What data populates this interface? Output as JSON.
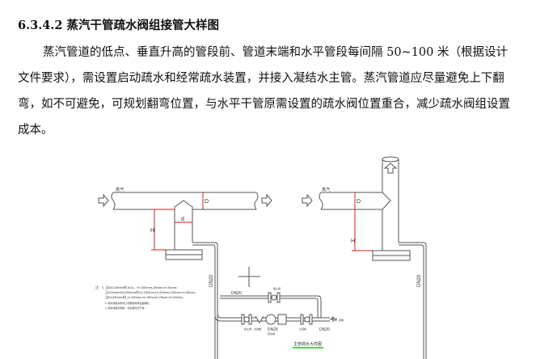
{
  "heading": "6.3.4.2 蒸汽干管疏水阀组接管大样图",
  "paragraph": "蒸汽管道的低点、垂直升高的管段前、管道末端和水平管段每间隔 50~100 米（根据设计文件要求），需设置启动疏水和经常疏水装置，并接入凝结水主管。蒸汽管道应尽量避免上下翻弯，如不可避免，可规划翻弯位置，与水平干管原需设置的疏水阀位置重合，减少疏水阀组设置成本。",
  "diagram": {
    "pipe_label": "蒸汽",
    "dim_D": "D",
    "dim_d": "d",
    "dim_H": "H",
    "dn20": "DN20",
    "notes": [
      "注：1. 当D≤100mm时,d=D，H=300mm,25mm<h<30mm;",
      "当125mm≤D≤200mm时,d=100mm,H=300mm,25mm<h<30mm;",
      "当D≥250mm时,d=150mm,H=300mm,25mm<h<30mm。",
      "2. 疏水阀组采用的口径根据具体设备确定。",
      "3. 疏水阀组安装前，管道需吹扫干净。"
    ],
    "labels": {
      "valve": "截止阀",
      "strainer": "过滤器",
      "trap": "疏水阀",
      "check": "止回阀",
      "out": "排放"
    },
    "title": "主管疏水大样图",
    "colors": {
      "line": "#555555",
      "dimension": "#d02020",
      "underline": "#22bb22"
    }
  }
}
